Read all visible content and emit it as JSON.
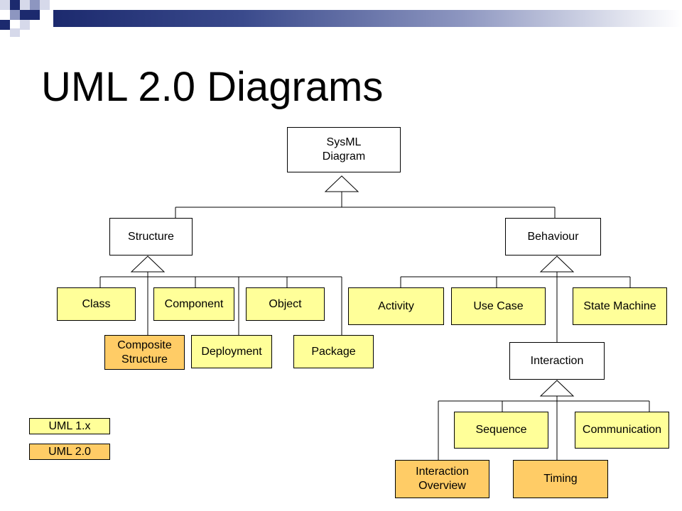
{
  "title": "UML 2.0 Diagrams",
  "colors": {
    "uml1x_fill": "#ffff99",
    "uml20_fill": "#ffcc66",
    "abstract_fill": "#ffffff",
    "header_bar_dark": "#1c2a6e"
  },
  "diagram": {
    "root": "SysML\nDiagram",
    "structure": "Structure",
    "behaviour": "Behaviour",
    "structure_children": {
      "class": "Class",
      "component": "Component",
      "object": "Object",
      "composite_structure": "Composite\nStructure",
      "deployment": "Deployment",
      "package": "Package"
    },
    "behaviour_children": {
      "activity": "Activity",
      "use_case": "Use Case",
      "state_machine": "State Machine",
      "interaction": "Interaction"
    },
    "interaction_children": {
      "sequence": "Sequence",
      "communication": "Communication",
      "interaction_overview": "Interaction\nOverview",
      "timing": "Timing"
    }
  },
  "legend": {
    "uml1x": "UML 1.x",
    "uml20": "UML 2.0"
  }
}
